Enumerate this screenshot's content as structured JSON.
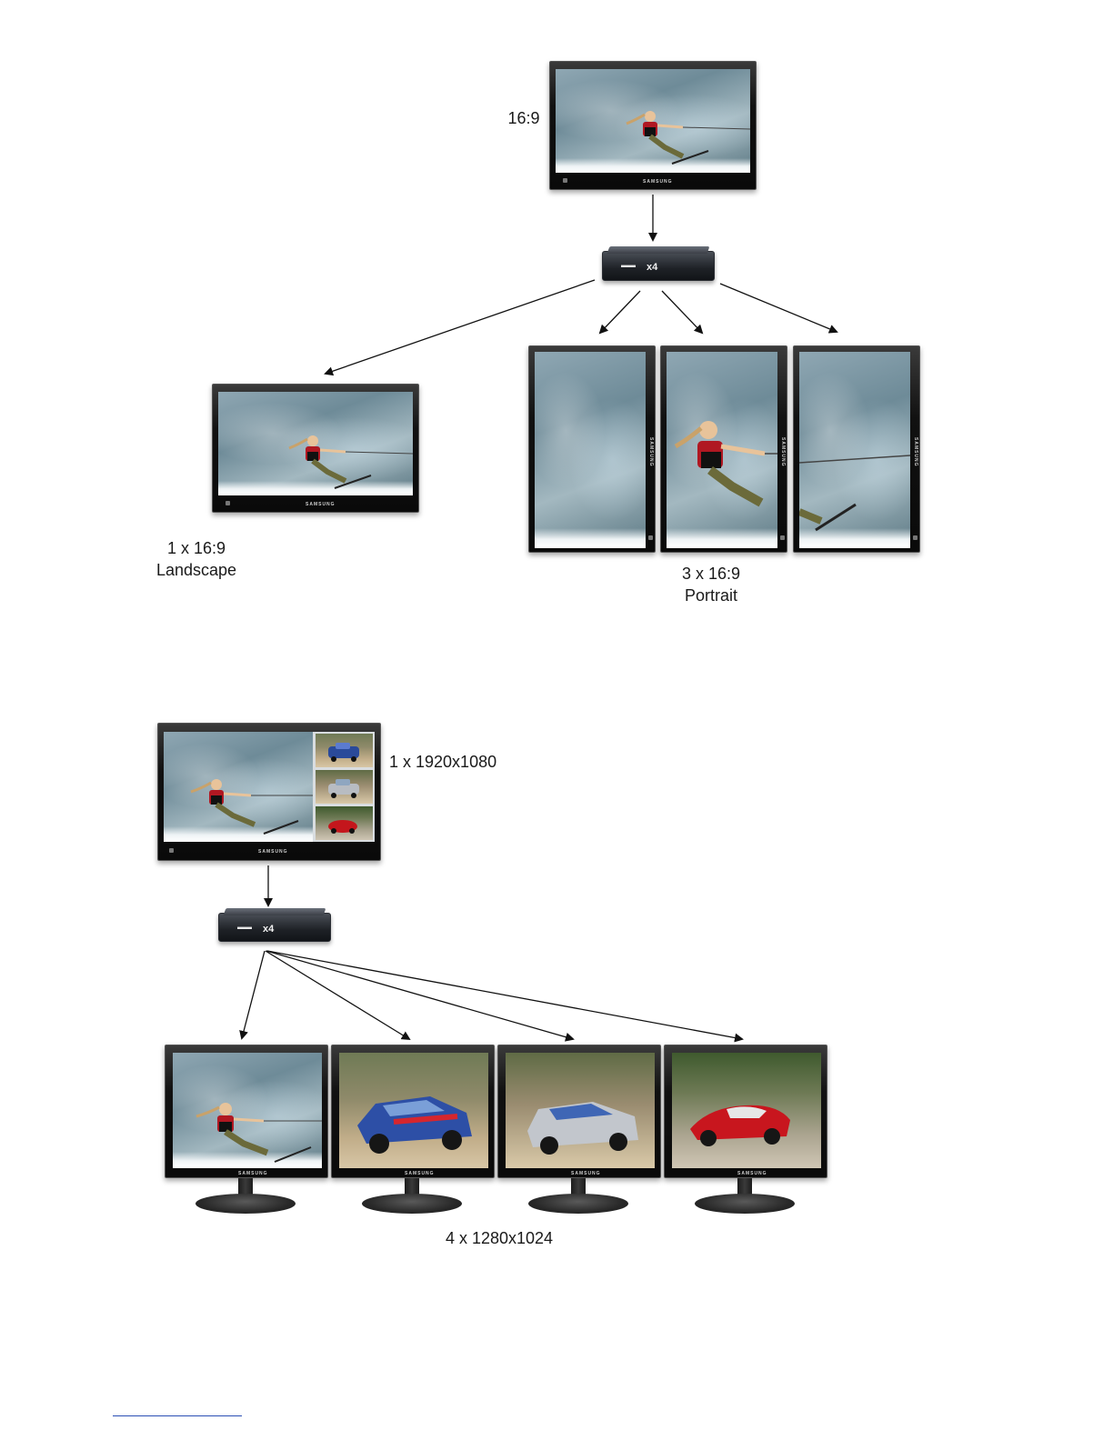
{
  "diagram_top": {
    "source_label": "16:9",
    "left_caption_line1": "1 x 16:9",
    "left_caption_line2": "Landscape",
    "right_caption_line1": "3 x 16:9",
    "right_caption_line2": "Portrait",
    "brand": "SAMSUNG",
    "device_x4": "x4"
  },
  "diagram_bottom": {
    "source_label": "1 x 1920x1080",
    "output_label": "4 x 1280x1024",
    "brand": "SAMSUNG",
    "device_x4": "x4"
  }
}
